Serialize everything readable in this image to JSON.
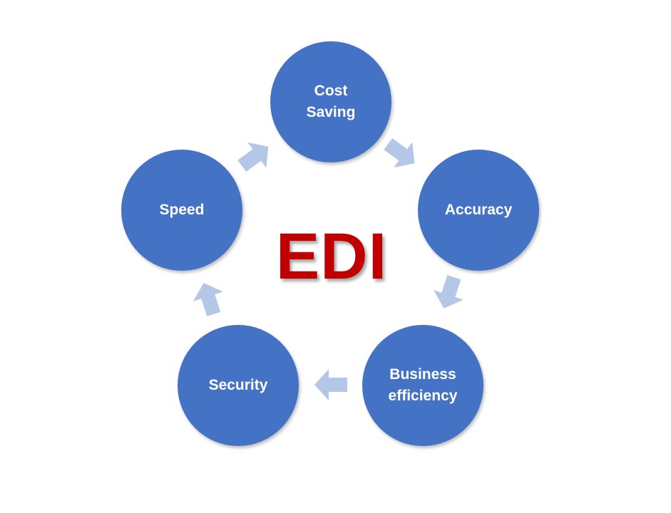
{
  "diagram": {
    "center_label": "EDI",
    "colors": {
      "node_fill": "#4472c4",
      "node_text": "#ffffff",
      "arrow_fill": "#b4c7e7",
      "center_text": "#c00000"
    },
    "nodes": [
      {
        "id": "cost-saving",
        "label": "Cost\nSaving"
      },
      {
        "id": "accuracy",
        "label": "Accuracy"
      },
      {
        "id": "business-efficiency",
        "label": "Business\nefficiency"
      },
      {
        "id": "security",
        "label": "Security"
      },
      {
        "id": "speed",
        "label": "Speed"
      }
    ]
  }
}
